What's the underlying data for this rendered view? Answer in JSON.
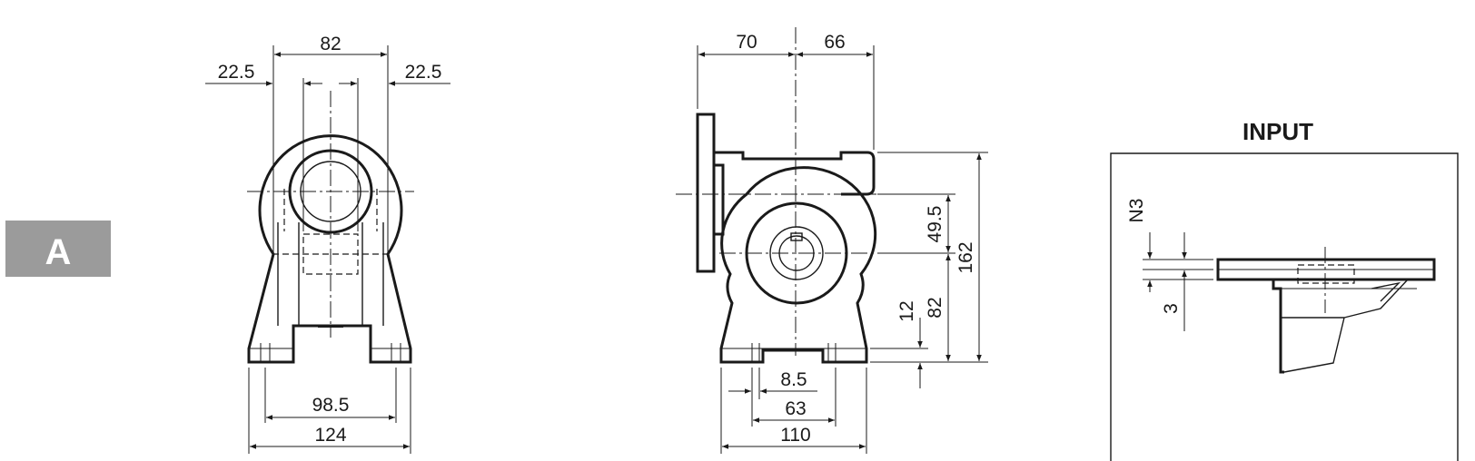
{
  "badge": {
    "label": "A",
    "color": "#9b9b9b"
  },
  "front_view": {
    "dims": {
      "top_width": "82",
      "left_offset": "22.5",
      "right_offset": "22.5",
      "foot_holes": "98.5",
      "base_width": "124"
    }
  },
  "side_view": {
    "dims": {
      "left_top": "70",
      "right_top": "66",
      "shaft_offset": "49.5",
      "total_height": "162",
      "axis_height": "82",
      "foot_thickness": "12",
      "hole_dia": "8.5",
      "hole_spacing": "63",
      "base_length": "110"
    }
  },
  "input_detail": {
    "title": "INPUT",
    "dims": {
      "n3": "N3",
      "three": "3"
    }
  },
  "colors": {
    "line": "#1a1a1a",
    "background": "#ffffff"
  }
}
